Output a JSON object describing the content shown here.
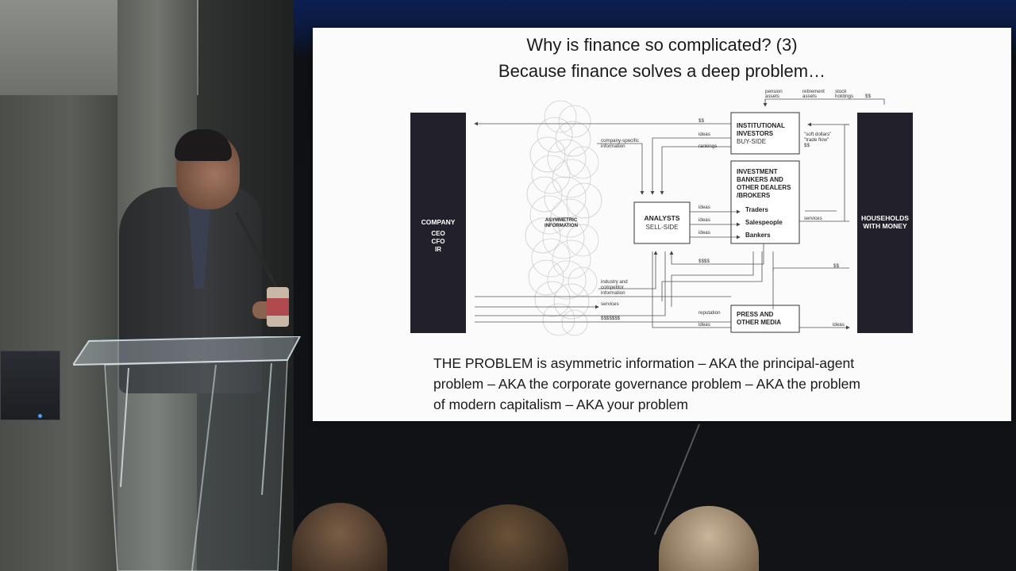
{
  "slide": {
    "title_line1": "Why is finance so complicated? (3)",
    "title_line2": "Because finance solves a deep problem…",
    "problem_lines": [
      "THE PROBLEM is asymmetric information – AKA the principal-agent",
      "problem – AKA the corporate governance problem – AKA the problem",
      "of modern capitalism – AKA your problem"
    ]
  },
  "diagram": {
    "company": {
      "label": "COMPANY",
      "roles": [
        "CEO",
        "CFO",
        "IR"
      ]
    },
    "households": {
      "label1": "HOUSEHOLDS",
      "label2": "WITH MONEY"
    },
    "asymmetric": {
      "line1": "ASYMMETRIC",
      "line2": "INFORMATION"
    },
    "analysts": {
      "line1": "ANALYSTS",
      "line2": "SELL-SIDE"
    },
    "institutional": {
      "line1": "INSTITUTIONAL",
      "line2": "INVESTORS",
      "line3": "BUY-SIDE"
    },
    "investment": {
      "line1": "INVESTMENT",
      "line2": "BANKERS AND",
      "line3": "OTHER DEALERS",
      "line4": "/BROKERS",
      "roles": [
        "Traders",
        "Salespeople",
        "Bankers"
      ]
    },
    "press": {
      "line1": "PRESS AND",
      "line2": "OTHER MEDIA"
    },
    "labels": {
      "pension": [
        "pension",
        "assets"
      ],
      "retirement": [
        "retirement",
        "assets"
      ],
      "stock": [
        "stock",
        "holdings"
      ],
      "top_dollars": "$$",
      "dollars": "$$",
      "ideas": "ideas",
      "rankings": "rankings",
      "company_specific": [
        "company-specific",
        "information"
      ],
      "soft_dollars": [
        "\"soft dollars\"",
        "\"trade flow\"",
        "$$"
      ],
      "services": "services",
      "ssss": "$$$$",
      "industry": [
        "industry and",
        "competitor",
        "information"
      ],
      "reputation": "reputation",
      "many_dollars": "$$$$$$$",
      "right_dollars": "$$"
    }
  }
}
